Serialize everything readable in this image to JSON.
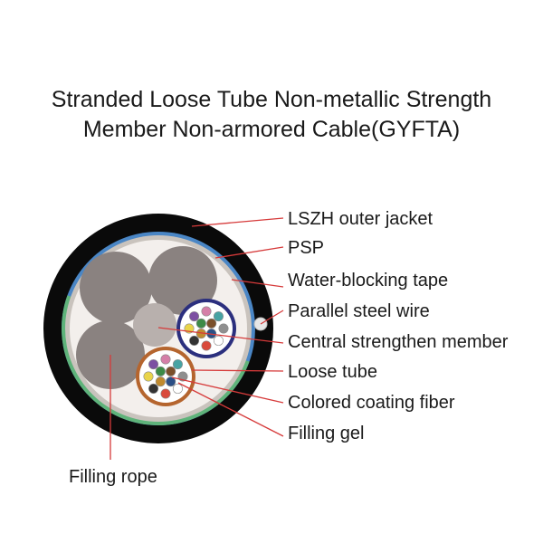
{
  "title": {
    "line1": "Stranded Loose Tube Non-metallic Strength",
    "line2": "Member Non-armored Cable(GYFTA)"
  },
  "labels": [
    {
      "key": "jacket",
      "text": "LSZH outer jacket"
    },
    {
      "key": "psp",
      "text": "PSP"
    },
    {
      "key": "tape",
      "text": "Water-blocking tape"
    },
    {
      "key": "wire",
      "text": "Parallel steel wire"
    },
    {
      "key": "central",
      "text": "Central strengthen member"
    },
    {
      "key": "tube",
      "text": "Loose tube"
    },
    {
      "key": "fiber",
      "text": "Colored coating fiber"
    },
    {
      "key": "gel",
      "text": "Filling gel"
    },
    {
      "key": "rope",
      "text": "Filling rope"
    }
  ],
  "colors": {
    "jacket": "#0a0a0a",
    "psp_blue": "#4a86c5",
    "psp_green": "#5fb37a",
    "tape": "#c9c3bd",
    "inner_fill": "#f3efec",
    "filling_rope": "#8a8280",
    "central_member": "#b8b0ad",
    "tube_blue": "#2b2f7e",
    "tube_orange": "#b5652e",
    "steel_wire": "#e6e6e6",
    "leader": "#d63a3a",
    "text": "#1a1a1a"
  },
  "fiber_colors": [
    "#2c4f86",
    "#c08a2e",
    "#3c8a47",
    "#7a4f2a",
    "#8f8f8f",
    "#ffffff",
    "#d94a3c",
    "#333333",
    "#e9d44a",
    "#7c4fa2",
    "#d57fa8",
    "#47a3a3"
  ]
}
